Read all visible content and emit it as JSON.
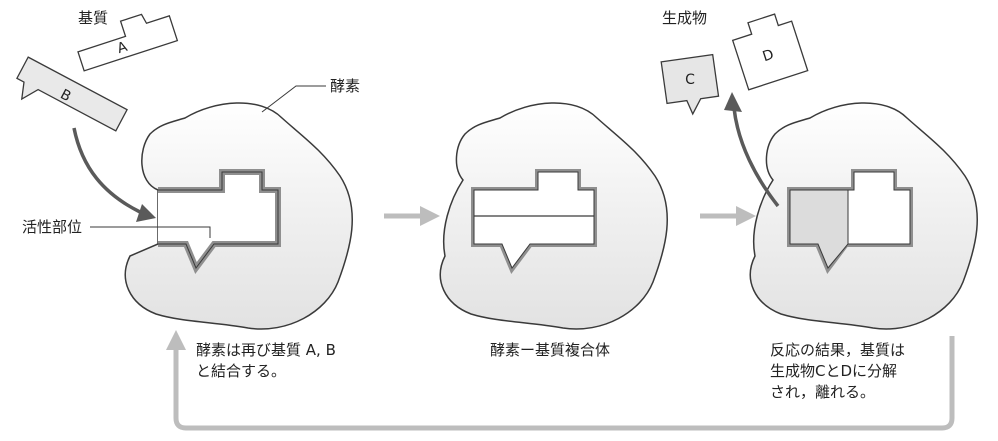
{
  "labels": {
    "substrate": "基質",
    "enzyme": "酵素",
    "active_site": "活性部位",
    "products": "生成物"
  },
  "pieces": {
    "a": "A",
    "b": "B",
    "c": "C",
    "d": "D"
  },
  "captions": {
    "rebind": [
      "酵素は再び基質 A, B",
      "と結合する。"
    ],
    "complex": [
      "酵素ー基質複合体"
    ],
    "result": [
      "反応の結果，基質は",
      "生成物CとDに分解",
      "され，離れる。"
    ]
  },
  "colors": {
    "enzyme_fill": "#ececec",
    "stroke": "#3a3a3a",
    "site_line": "#8f8f8f",
    "arrow_gray": "#bdbdbd",
    "arrow_dark": "#5a5a5a",
    "product_c_fill": "#e6e6e6"
  }
}
